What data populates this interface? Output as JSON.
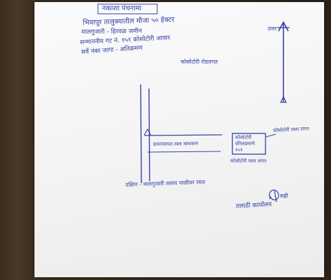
{
  "document": {
    "kind": "handwritten Marathi panchnama site map",
    "ink_color": "#3340a6",
    "heading": "नकाशा पंचनामा",
    "header_lines": [
      "भिवापूर तालुक्यातील मौजा ५० हेक्टर",
      "मालगुजारी - हिरवळ जमीन",
      "सन्माननीय गट नं. १५१ कोसोटोरी आवार",
      "सर्वे नंबर जागा - अतिक्रमण",
      "कोसोटोरी रोडलगत"
    ],
    "north_label": "उत्तर",
    "road_label": "ग्रामपंचायत रस्ता बांधकाम",
    "plot_box_lines": [
      "कोसोटोरी",
      "वरिलप्रमाणे",
      "१५१"
    ],
    "right_label": "कोसोटोरी रस्ता लगत",
    "below_box_label": "कोसोटोरी रस्ता लगत",
    "bottom_label": "दक्षिण - मालगुजारी तलाव पाळीवर रस्ता",
    "signature": "सही",
    "signatory_name": "तलाठी कार्यालय"
  }
}
